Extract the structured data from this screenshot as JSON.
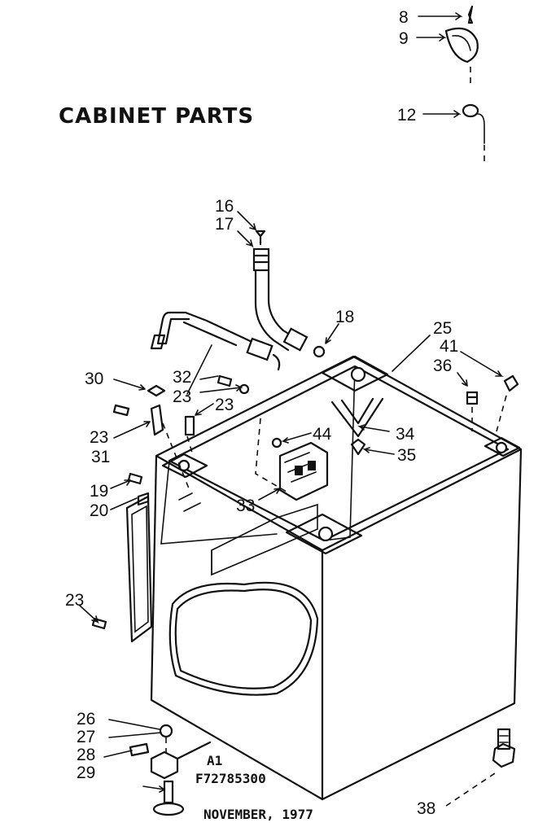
{
  "diagram": {
    "title": "CABINET PARTS",
    "model_code": "A1",
    "drawing_number": "F72785300",
    "date": "NOVEMBER, 1977",
    "callouts": {
      "c8": "8",
      "c9": "9",
      "c12": "12",
      "c16": "16",
      "c17": "17",
      "c18": "18",
      "c25": "25",
      "c41": "41",
      "c36": "36",
      "c30": "30",
      "c32": "32",
      "c23a": "23",
      "c23b": "23",
      "c23c": "23",
      "c31": "31",
      "c44": "44",
      "c34": "34",
      "c35": "35",
      "c33": "33",
      "c19": "19",
      "c20": "20",
      "c23d": "23",
      "c26": "26",
      "c27": "27",
      "c28": "28",
      "c29": "29",
      "c38": "38"
    }
  }
}
